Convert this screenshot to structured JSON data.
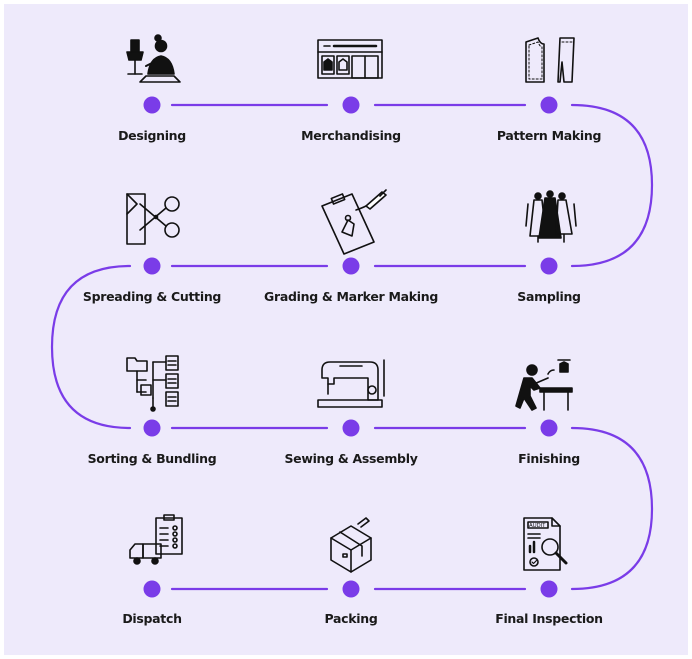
{
  "colors": {
    "background": "#EEEAFB",
    "accent": "#7A3CE8",
    "icon": "#111111"
  },
  "steps": [
    {
      "label": "Designing",
      "icon": "designer-mannequin-icon"
    },
    {
      "label": "Merchandising",
      "icon": "storefront-icon"
    },
    {
      "label": "Pattern Making",
      "icon": "sewing-pattern-icon"
    },
    {
      "label": "Sampling",
      "icon": "dress-mannequins-icon"
    },
    {
      "label": "Grading & Marker Making",
      "icon": "clipboard-drawing-icon"
    },
    {
      "label": "Spreading & Cutting",
      "icon": "scissors-fabric-icon"
    },
    {
      "label": "Sorting & Bundling",
      "icon": "folder-tree-icon"
    },
    {
      "label": "Sewing & Assembly",
      "icon": "sewing-machine-icon"
    },
    {
      "label": "Finishing",
      "icon": "worker-ironing-icon"
    },
    {
      "label": "Final Inspection",
      "icon": "audit-magnifier-icon"
    },
    {
      "label": "Packing",
      "icon": "package-box-icon"
    },
    {
      "label": "Dispatch",
      "icon": "delivery-truck-checklist-icon"
    }
  ],
  "audit_text": "AUDIT"
}
